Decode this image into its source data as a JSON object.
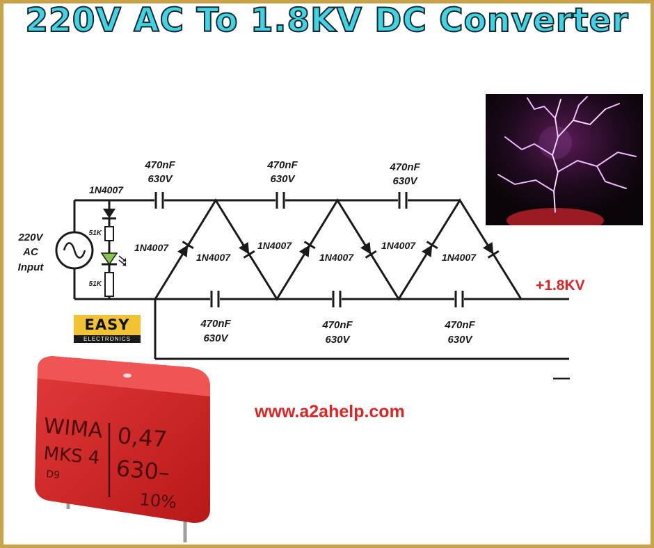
{
  "title": "220V AC To 1.8KV DC Converter",
  "input_label": [
    "220V",
    "AC",
    "Input"
  ],
  "resistor_label": "51K",
  "diode_label": "1N4007",
  "capacitor_label": [
    "470nF",
    "630V"
  ],
  "output_positive": "+1.8KV",
  "output_negative": "—",
  "badge": {
    "top": "EASY",
    "bottom": "ELECTRONICS"
  },
  "website": "www.a2ahelp.com",
  "capacitor_markings": {
    "brand": "WIMA",
    "model": "MKS 4",
    "code": "D9",
    "value": "0,47",
    "voltage": "630–",
    "tolerance": "10%"
  },
  "colors": {
    "title": "#3fd3e3",
    "accent_red": "#e02424",
    "led": "#8bc34a",
    "badge": "#f1c232",
    "border": "#c9a24a"
  }
}
